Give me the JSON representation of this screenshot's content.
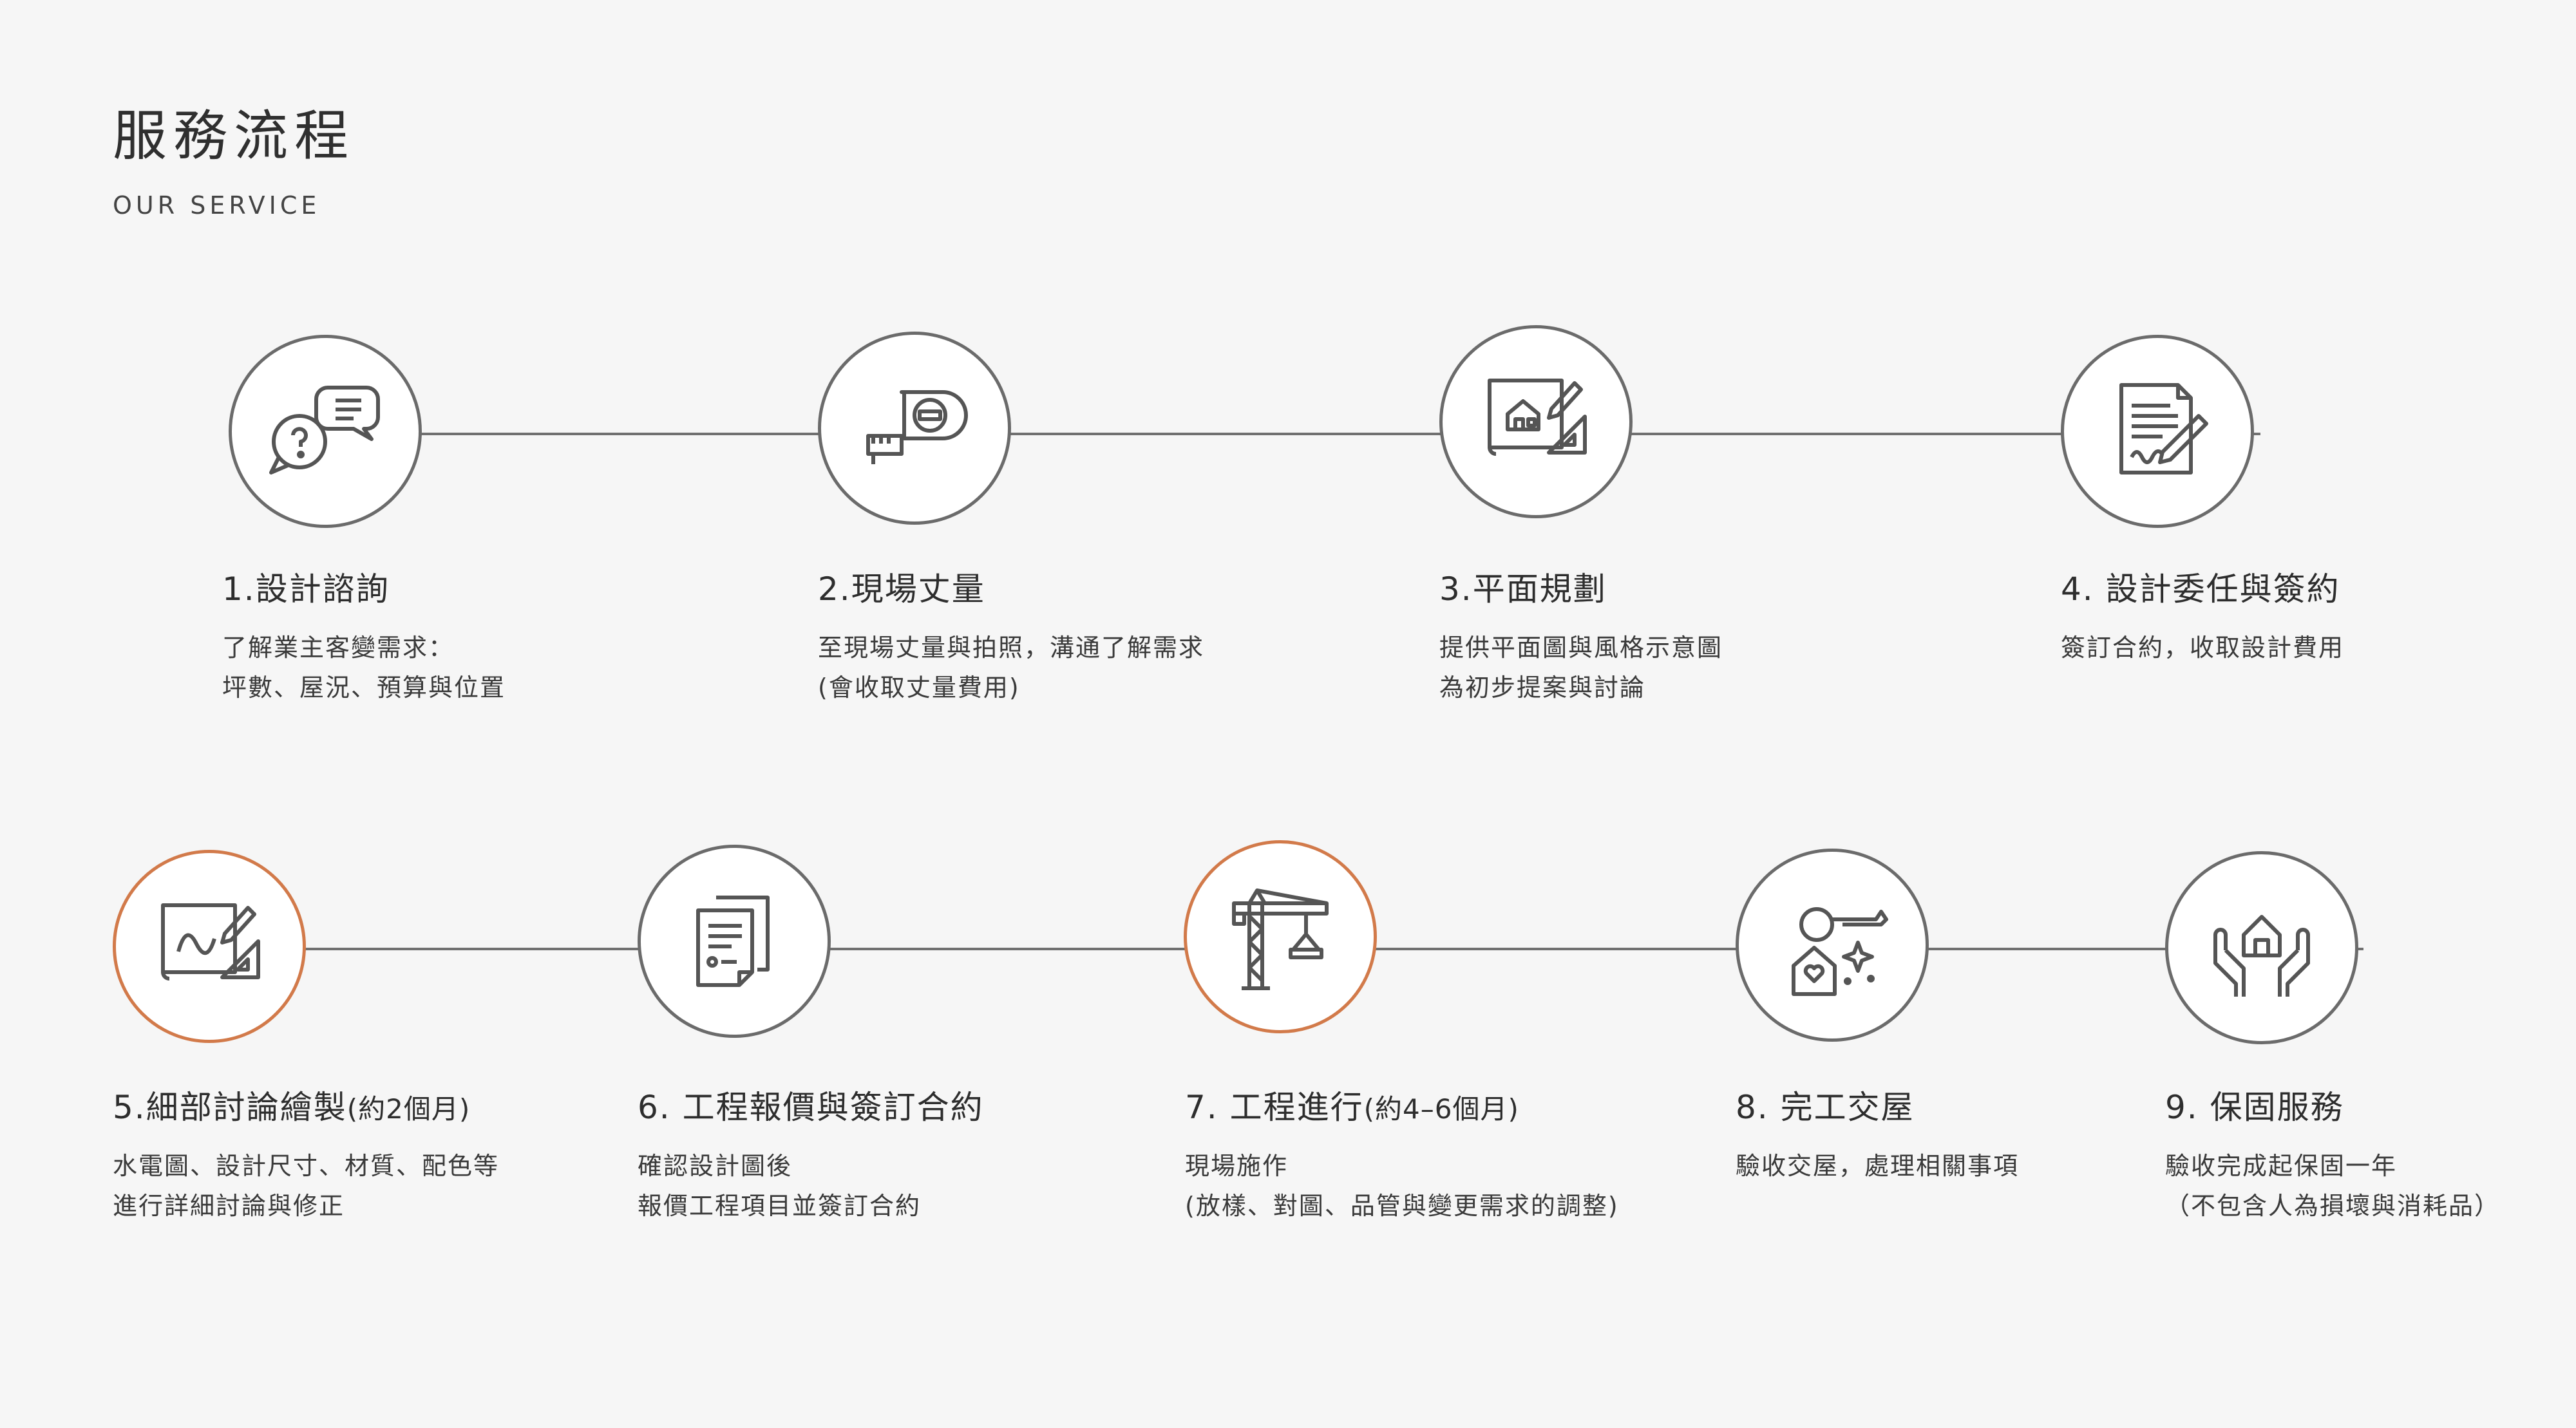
{
  "header": {
    "title": "服務流程",
    "subtitle": "OUR SERVICE"
  },
  "steps": [
    {
      "title": "1.設計諮詢",
      "note": "",
      "desc": [
        "了解業主客變需求：",
        "坪數、屋況、預算與位置"
      ]
    },
    {
      "title": "2.現場丈量",
      "note": "",
      "desc": [
        "至現場丈量與拍照，溝通了解需求",
        "(會收取丈量費用)"
      ]
    },
    {
      "title": "3.平面規劃",
      "note": "",
      "desc": [
        "提供平面圖與風格示意圖",
        "為初步提案與討論"
      ]
    },
    {
      "title": "4. 設計委任與簽約",
      "note": "",
      "desc": [
        "簽訂合約，收取設計費用",
        ""
      ]
    },
    {
      "title": "5.細部討論繪製",
      "note": "(約2個月)",
      "desc": [
        "水電圖、設計尺寸、材質、配色等",
        "進行詳細討論與修正"
      ]
    },
    {
      "title": "6. 工程報價與簽訂合約",
      "note": "",
      "desc": [
        "確認設計圖後",
        "報價工程項目並簽訂合約"
      ]
    },
    {
      "title": "7. 工程進行",
      "note": "(約4–6個月)",
      "desc": [
        "現場施作",
        "(放樣、對圖、品管與變更需求的調整)"
      ]
    },
    {
      "title": "8. 完工交屋",
      "note": "",
      "desc": [
        "驗收交屋，處理相關事項",
        ""
      ]
    },
    {
      "title": "9. 保固服務",
      "note": "",
      "desc": [
        "驗收完成起保固一年",
        "（不包含人為損壞與消耗品）"
      ]
    }
  ],
  "colors": {
    "accent": "#d27a4a",
    "stroke": "#6b6b6b",
    "background": "#f6f6f6"
  },
  "icons": [
    "chat-question-icon",
    "tape-measure-icon",
    "blueprint-house-icon",
    "contract-sign-icon",
    "blueprint-pencil-icon",
    "documents-icon",
    "crane-icon",
    "house-key-icon",
    "hands-house-icon"
  ]
}
